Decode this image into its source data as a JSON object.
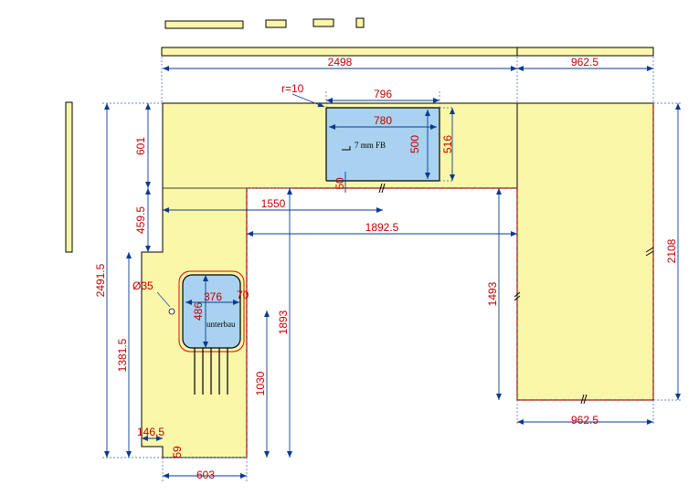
{
  "dimensions": {
    "top_left_length": "2498",
    "top_right_width": "962.5",
    "hob_outer": "796",
    "hob_inner": "780",
    "hob_depth_inner": "500",
    "hob_depth_outer": "516",
    "radius": "r=10",
    "hob_offset": "50",
    "depth_top": "601",
    "depth_step": "459.5",
    "inner_1550": "1550",
    "inner_1892": "1892.5",
    "right_inner": "1493",
    "right_total": "2108",
    "left_total": "2491.5",
    "left_1381": "1381.5",
    "hole_dia": "Ø35",
    "sink_width": "376",
    "sink_depth": "486",
    "sink_gap": "70",
    "sink_1030": "1030",
    "wing_1893": "1893",
    "notch_146": "146.5",
    "notch_59": "59",
    "bottom_width": "603",
    "bottom_right_width": "962.5"
  },
  "labels": {
    "hob_note": "7 mm FB",
    "sink_note": "unterbau"
  },
  "colors": {
    "slab": "#fbf7a9",
    "sink": "#a9d2f0",
    "dimension_text": "#c00000",
    "dimension_line": "#0b3a8f",
    "finished_edge": "#e00000"
  }
}
